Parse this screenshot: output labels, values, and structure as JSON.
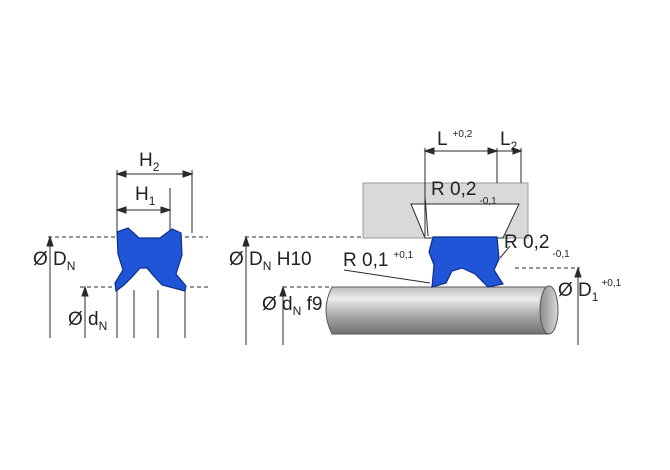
{
  "colors": {
    "seal": "#1f55d6",
    "seal_edge": "#0e2e88",
    "housing": "#d9d9d9",
    "line": "#2a2a2a",
    "rod_light": "#e4e4e4",
    "rod_dark": "#8a8a8a"
  },
  "left_view": {
    "h2": {
      "main": "H",
      "sub": "2"
    },
    "h1": {
      "main": "H",
      "sub": "1"
    },
    "dn": {
      "prefix": "Ø D",
      "sub": "N"
    },
    "small_dn": {
      "prefix": "Ø d",
      "sub": "N"
    }
  },
  "right_view": {
    "L": {
      "main": "L",
      "sup": "+0,2"
    },
    "L2": {
      "main": "L",
      "sub": "2"
    },
    "r02_top": {
      "main": "R 0,2",
      "sub": "-0,1"
    },
    "r02_right": {
      "main": "R 0,2",
      "sub": "-0,1"
    },
    "r01": {
      "main": "R 0,1",
      "sup": "+0,1"
    },
    "dn_h10": {
      "prefix": "Ø D",
      "sub": "N",
      "suffix": " H10"
    },
    "dn_f9": {
      "prefix": "Ø d",
      "sub": "N",
      "suffix": " f9"
    },
    "d1": {
      "prefix": "Ø D",
      "sub": "1",
      "sup": "+0,1"
    }
  },
  "icons": [
    "seal-profile-icon",
    "piston-rod-icon",
    "groove-housing-icon"
  ]
}
